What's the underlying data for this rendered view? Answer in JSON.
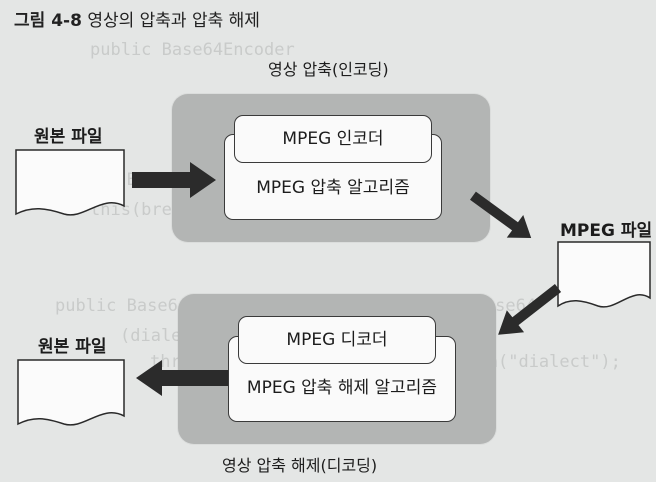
{
  "caption": {
    "number": "그림 4-8",
    "title": "영상의 압축과 압축 해제"
  },
  "encode": {
    "title": "영상 압축(인코딩)",
    "inner_label": "MPEG 인코더",
    "outer_label": "MPEG 압축 알고리즘"
  },
  "decode": {
    "title": "영상 압축 해제(디코딩)",
    "inner_label": "MPEG 디코더",
    "outer_label": "MPEG 압축 해제 알고리즘"
  },
  "documents": {
    "source_top": "원본 파일",
    "mpeg": "MPEG 파일",
    "source_bottom": "원본 파일"
  },
  "colors": {
    "panel": "#b3b5b4",
    "box": "#fafafa",
    "arrow": "#2b2b2b",
    "background": "#e4e6e5"
  }
}
